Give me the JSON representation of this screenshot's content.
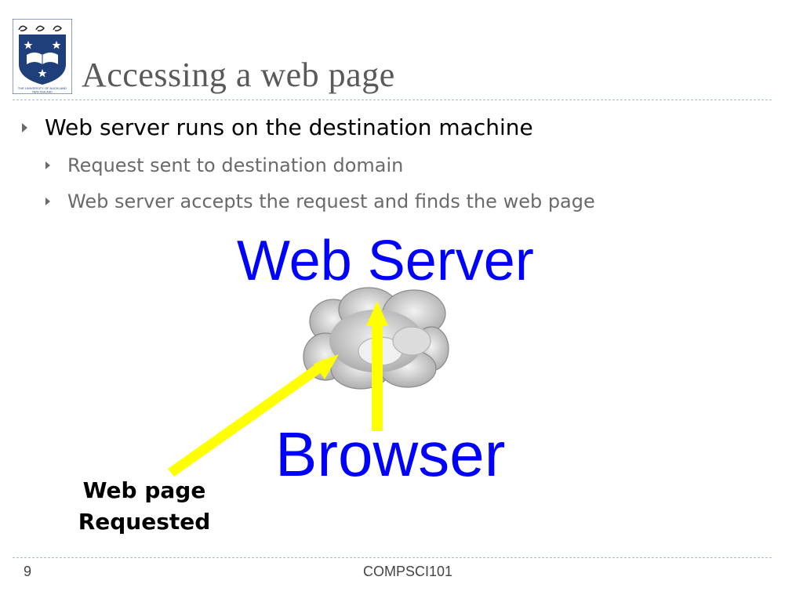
{
  "slide": {
    "title": "Accessing a web page",
    "logo": {
      "name": "university-crest-icon",
      "caption_line1": "THE UNIVERSITY OF AUCKLAND",
      "caption_line2": "NEW ZEALAND"
    },
    "bullets": [
      {
        "text": "Web server runs on the destination machine",
        "sub": [
          "Request sent to destination domain",
          "Web server accepts the request and finds the web page"
        ]
      }
    ],
    "diagram": {
      "server_label": "Web Server",
      "browser_label": "Browser",
      "request_label_line1": "Web page",
      "request_label_line2": "Requested",
      "colors": {
        "label_blue": "#0000ff",
        "arrow_yellow": "#ffff00",
        "cloud_gray": "#c8c8c8"
      }
    },
    "footer": {
      "page_number": "9",
      "course": "COMPSCI101"
    }
  }
}
